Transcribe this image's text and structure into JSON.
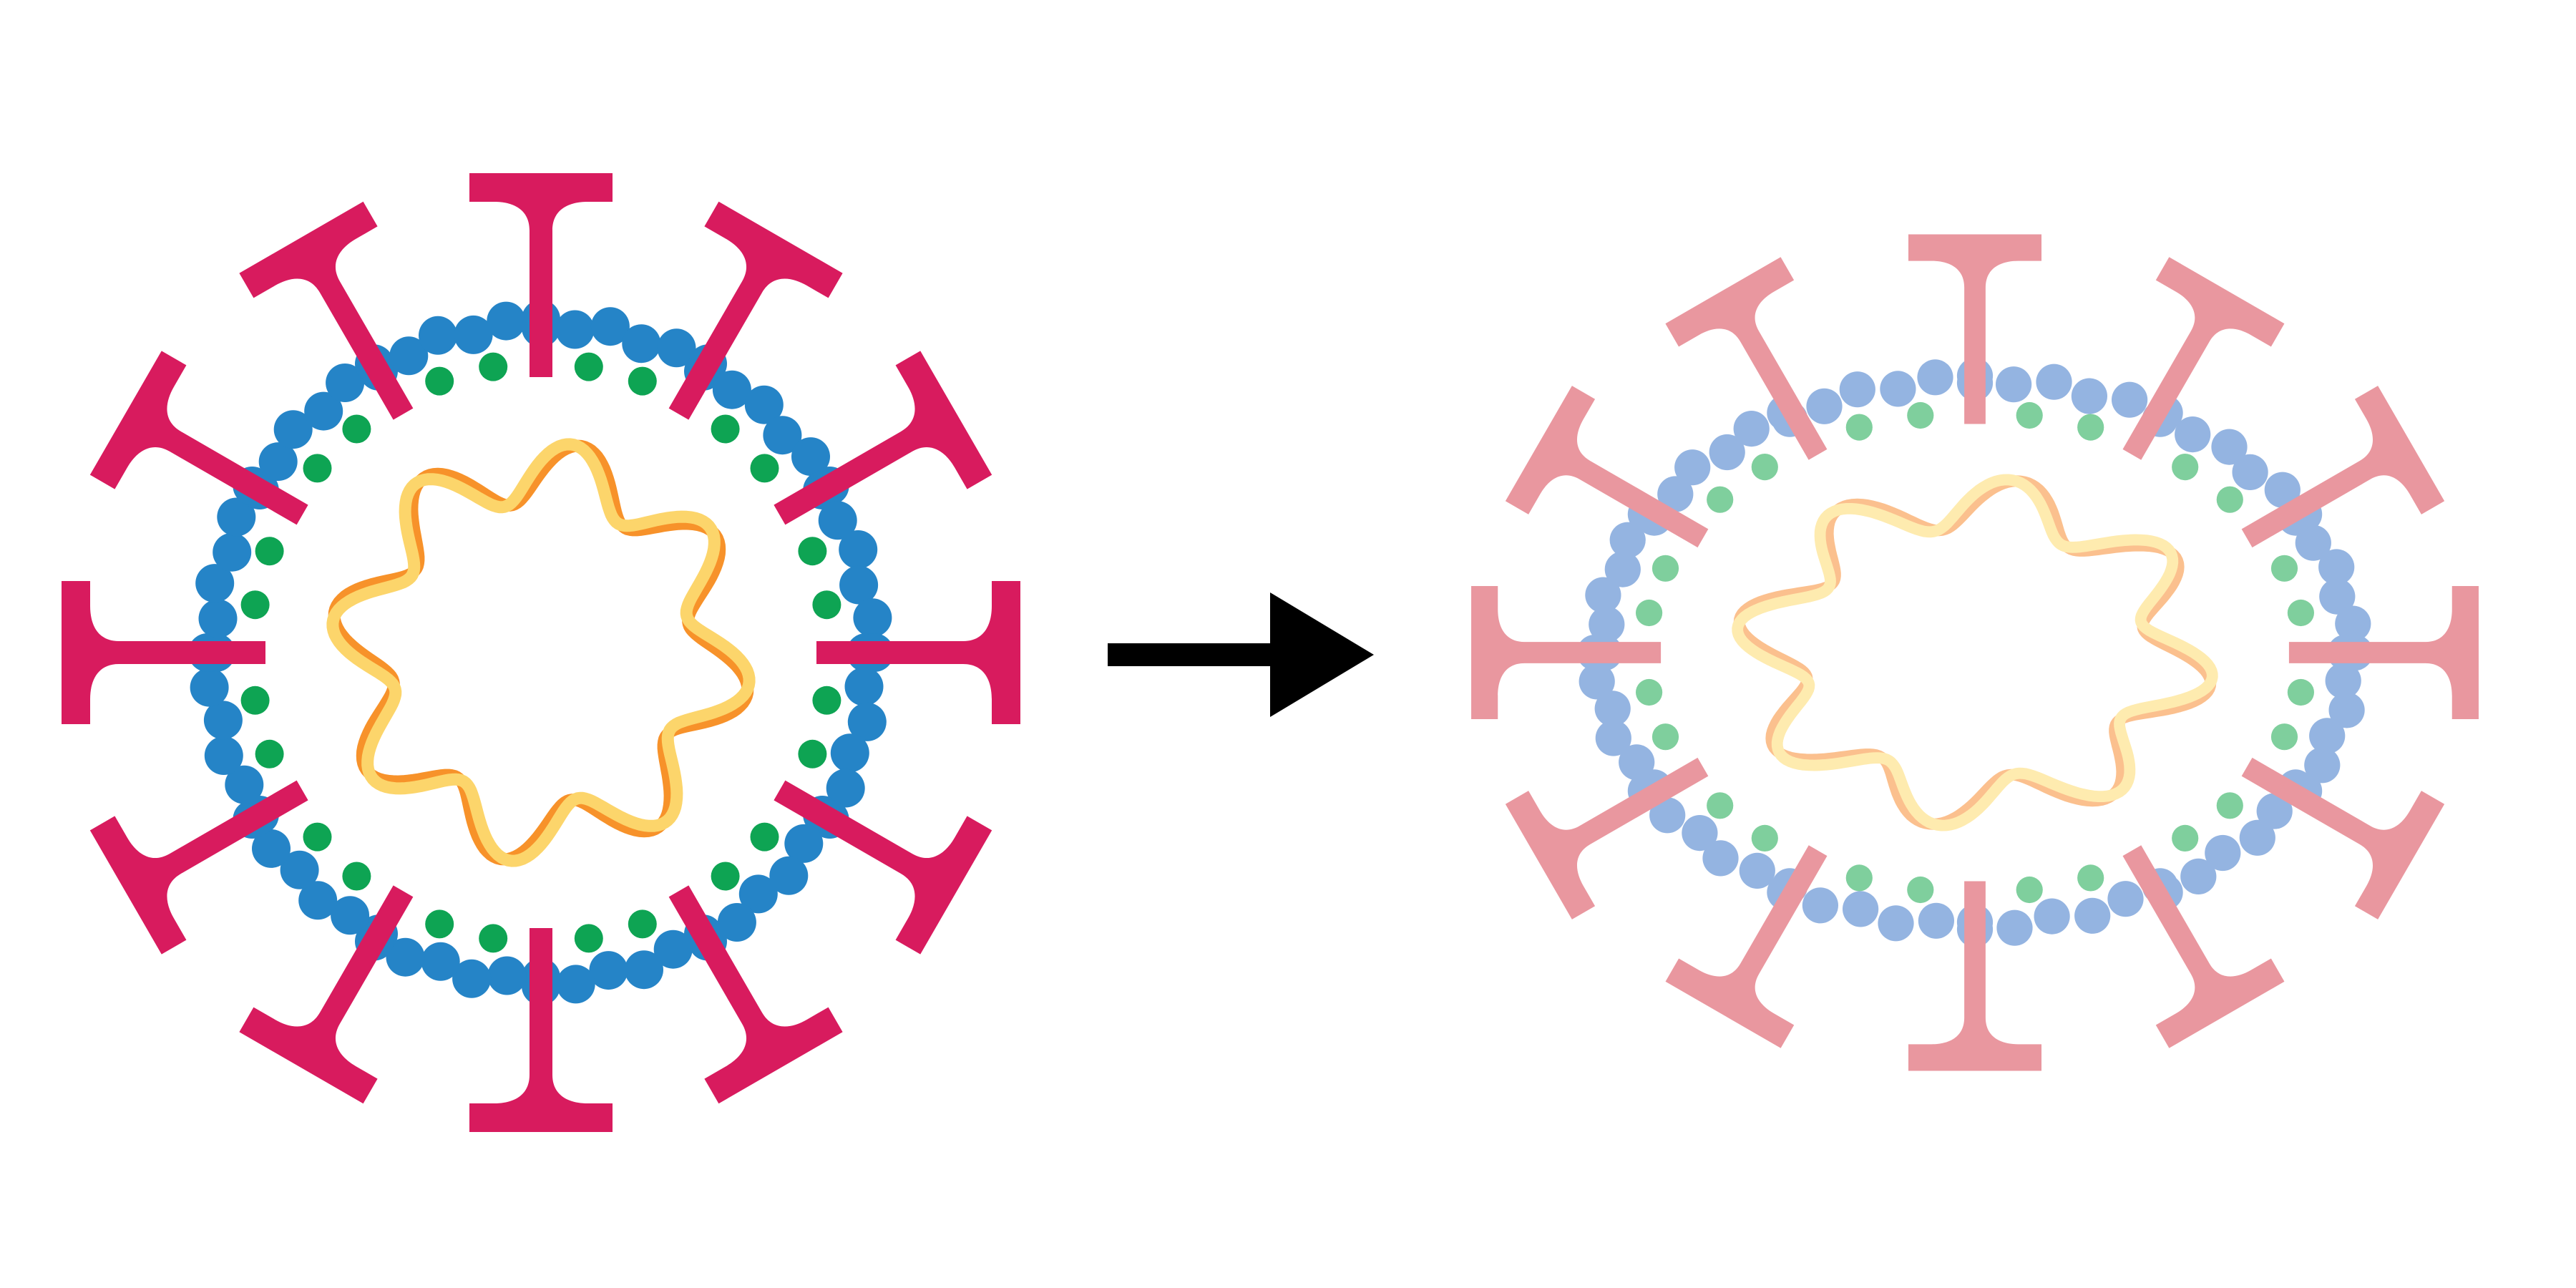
{
  "diagram": {
    "subject": "virus-particle-transformation",
    "particles": [
      {
        "id": "before",
        "state": "intact",
        "spike_count": 12,
        "dots_per_segment": 6,
        "colors": {
          "spike": "#D81B5E",
          "outer_dot": "#2584C7",
          "inner_dot": "#0EA453",
          "rna_strand_a": "#F7922A",
          "rna_strand_b": "#FCD56B"
        }
      },
      {
        "id": "after",
        "state": "faded-stretched",
        "spike_count": 12,
        "dots_per_segment": 6,
        "colors": {
          "spike": "#E9979F",
          "outer_dot": "#94B4E1",
          "inner_dot": "#7FCF9D",
          "rna_strand_a": "#FBC08E",
          "rna_strand_b": "#FEEBAF"
        }
      }
    ],
    "arrow": {
      "direction": "right",
      "color": "#000000"
    }
  }
}
